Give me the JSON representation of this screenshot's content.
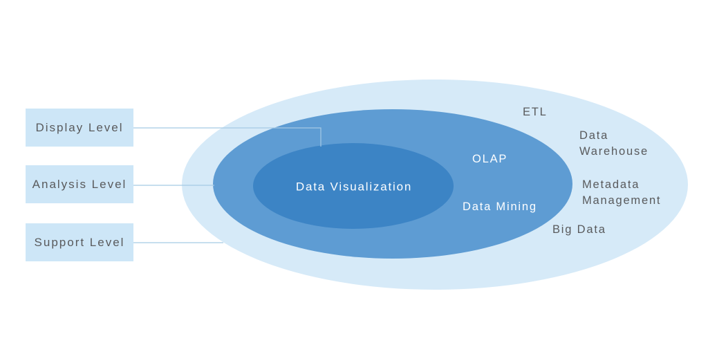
{
  "diagram": {
    "level_boxes": [
      {
        "id": "display",
        "label": "Display Level"
      },
      {
        "id": "analysis",
        "label": "Analysis Level"
      },
      {
        "id": "support",
        "label": "Support Level"
      }
    ],
    "rings": {
      "display": {
        "center_label": "Data Visualization"
      },
      "analysis": {
        "items": [
          {
            "label": "OLAP"
          },
          {
            "label": "Data Mining"
          }
        ]
      },
      "support": {
        "items": [
          {
            "label": "ETL"
          },
          {
            "label": "Data Warehouse"
          },
          {
            "label": "Metadata Management"
          },
          {
            "label": "Big Data"
          }
        ]
      }
    },
    "colors": {
      "outer_ellipse": "#d6eaf8",
      "middle_ellipse": "#5e9cd3",
      "inner_ellipse": "#3c84c5",
      "level_box": "#cde6f7",
      "dark_text": "#595a5c",
      "light_text": "#fdfeff",
      "connector": "#a5c9e4"
    }
  }
}
